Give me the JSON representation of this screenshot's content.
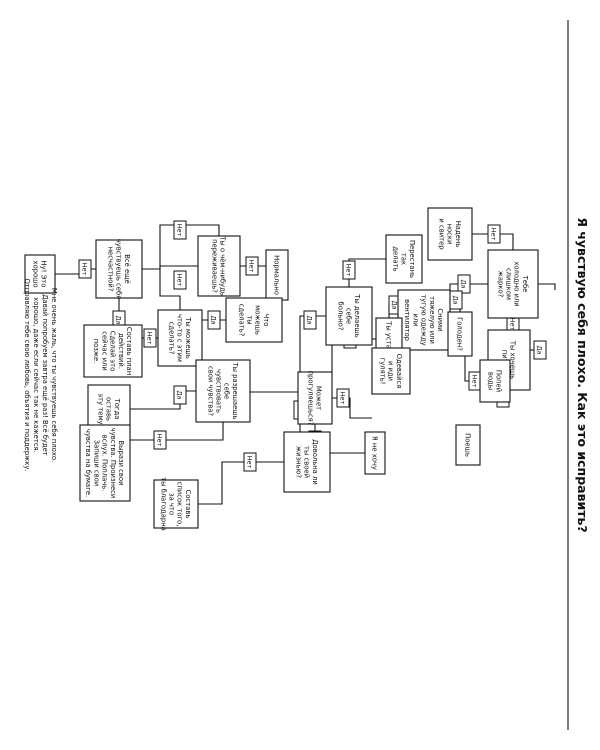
{
  "title": "Я чувствую себя плохо. Как это исправить?",
  "nodes": {
    "cold": "Тебе|холодно или|слишком|жарко?",
    "socks": "Надень|носки|и свитер",
    "stoppit": "Перестань|так|делать",
    "harmful": "Ты делаешь|себе|больно?",
    "clothes": "Сними|тяжелую или|тугую одежду|или|вентилятор",
    "thirsty": "Ты хочешь|пить?",
    "tired": "Ты устал?",
    "hungry": "Голоден?",
    "water": "Попей|воды",
    "dress": "Одевайся|и иди|гулять!",
    "eat": "Поешь",
    "walk": "Может|прогуляешься?",
    "noWant": "Я не хочу",
    "satisfied": "Довольна ли|ты своей|жизнью?",
    "list": "Составь|список того,|за что|ты благодарна",
    "thinking": "Ты о чём-нибудь|переживаешь?",
    "normal": "Нормально",
    "doThing": "Что|можешь|ты|сделать?",
    "canHelp": "Ты можешь|что-то с этим|сделать?",
    "plan": "Составь план|действий.|Сделай это|сейчас или|позже.",
    "allow": "Ты разрешаешь|себе|чувствовать|свои чувства?",
    "accept": "Тогда|оставь|эту тему",
    "express": "Вырази свои|чувства. Произнеси|вслух. Поплачь.|Запиши свои|чувства на бумаге.",
    "lonely": "Всё ещё|чувствуешь себя|несчастной?",
    "ok": "Ну! Это|хорошо"
  },
  "labels": {
    "yes": "Да",
    "no": "Нет"
  },
  "footer": "Мне очень жаль, что ты чувствуешь себя плохо.|Давай попробуем завтра ещё раз! Всё будет|хорошо, даже если сейчас так не кажется.|Отправляю тебе свою любовь, объятия и поддержку."
}
